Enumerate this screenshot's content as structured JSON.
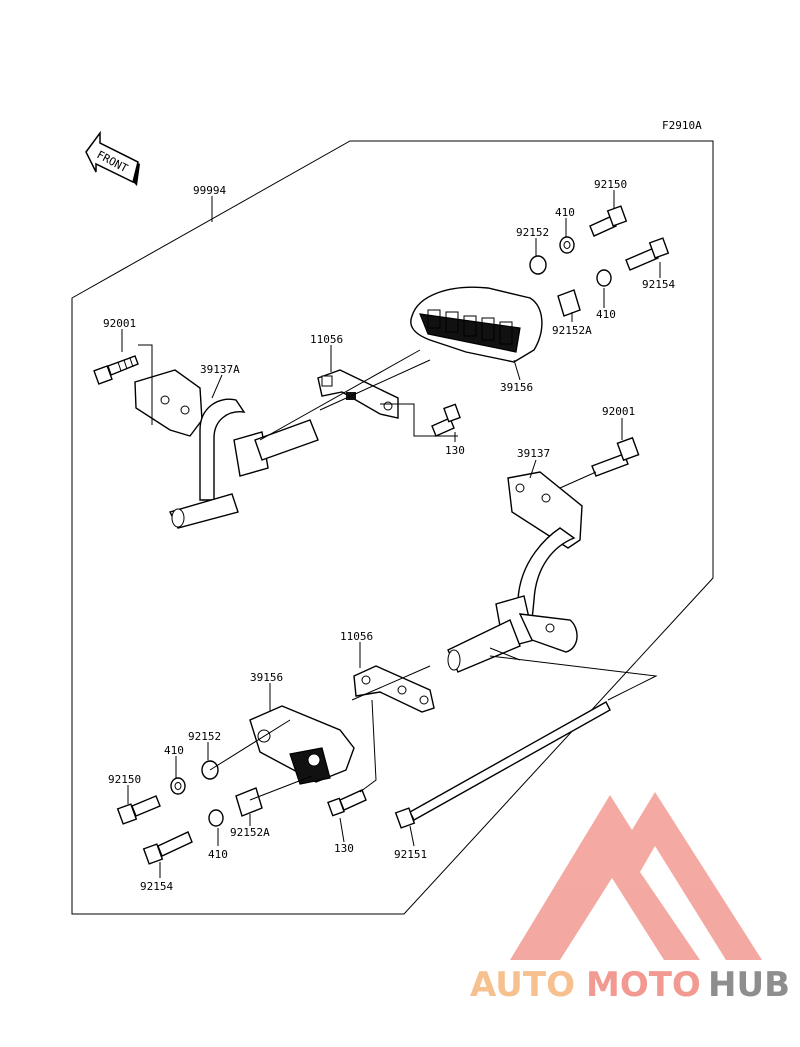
{
  "diagram": {
    "code": "F2910A",
    "front_label": "FRONT",
    "callouts": {
      "kit": "99994",
      "bolt_top_left": "92001",
      "bracket_left": "39137A",
      "plate_top": "11056",
      "slider_top": "39156",
      "bolt_130_top": "130",
      "collar_top_small": "92152",
      "washer_top_a": "410",
      "bolt_top_a": "92150",
      "bolt_top_b": "92154",
      "washer_top_b": "410",
      "collar_top_long": "92152A",
      "bolt_right": "92001",
      "bracket_right": "39137",
      "plate_bottom": "11056",
      "slider_bottom": "39156",
      "collar_bottom_small": "92152",
      "washer_bottom_a": "410",
      "bolt_bottom_a": "92150",
      "collar_bottom_long": "92152A",
      "washer_bottom_b": "410",
      "bolt_bottom_b": "92154",
      "bolt_130_bottom": "130",
      "long_bolt": "92151"
    }
  },
  "watermark": {
    "text_a": "AUTO",
    "text_b": "MOTO",
    "text_c": "HUB",
    "color_a": "#f6c08f",
    "color_b": "#f29a92",
    "color_c": "#8e8e8e",
    "logo_color": "#f29a92"
  }
}
